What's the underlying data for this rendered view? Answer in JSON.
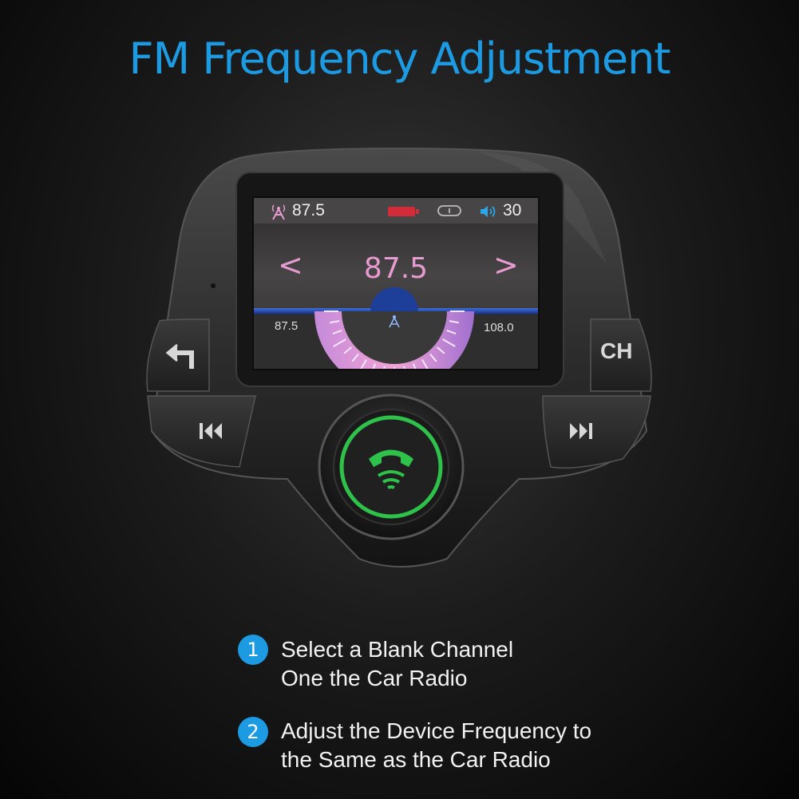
{
  "title": "FM Frequency Adjustment",
  "screen": {
    "status_frequency": "87.5",
    "volume": "30",
    "main_frequency": "87.5",
    "prev_arrow": "<",
    "next_arrow": ">",
    "range_min": "87.5",
    "range_max": "108.0"
  },
  "buttons": {
    "ch_label": "CH"
  },
  "steps": [
    {
      "number": "1",
      "line1": "Select a Blank Channel",
      "line2": "One the Car Radio"
    },
    {
      "number": "2",
      "line1": "Adjust the Device Frequency to",
      "line2": "the Same as the Car Radio"
    }
  ],
  "colors": {
    "accent": "#1c9be3",
    "frequency_text": "#e79bd1",
    "call_button": "#2ec24a"
  },
  "icons": [
    "antenna-icon",
    "battery-icon",
    "repeat-icon",
    "volume-icon",
    "back-icon",
    "previous-track-icon",
    "next-track-icon",
    "phone-icon"
  ]
}
